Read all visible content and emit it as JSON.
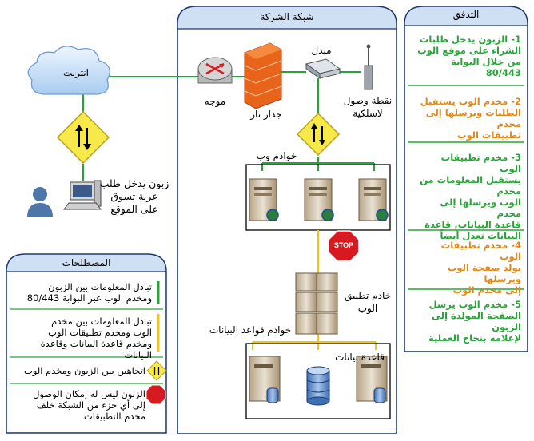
{
  "internet": {
    "label": "انترنت"
  },
  "client": {
    "label_lines": [
      "زبون يدخل طلب",
      "عربة تسوق",
      "على الموقع"
    ]
  },
  "network": {
    "title": "شبكة الشركة",
    "router_label": "موجه",
    "firewall_label": "جدار نار",
    "switch_label": "مبدل",
    "wireless_label_lines": [
      "نقطة وصول",
      "لاسلكية"
    ],
    "web_servers_label": "خوادم وب",
    "app_server_label_lines": [
      "خادم تطبيق",
      "الوب"
    ],
    "db_servers_label": "خوادم قواعد البيانات",
    "database_label": "قاعدة بيانات",
    "stop_text": "STOP"
  },
  "flow": {
    "title": "التدفق",
    "steps": [
      {
        "text_lines": [
          "1- الزبون يدخل طلبات",
          "الشراء على موقع الوب",
          "من خلال البوابة 80/443"
        ],
        "color": "#2aa33a"
      },
      {
        "text_lines": [
          "2- مخدم الوب يستقبل",
          "الطلبات ويرسلها إلى مخدم",
          "تطبيقات الوب"
        ],
        "color": "#e0891a"
      },
      {
        "text_lines": [
          "3- مخدم تطبيقات الوب",
          "يستقبل المعلومات من مخدم",
          "الوب ويرسلها إلى مخدم",
          "قاعدة البيانات, قاعدة",
          "البيانات تعدل أيضاً"
        ],
        "color": "#2aa33a"
      },
      {
        "text_lines": [
          "4- مخدم تطبيقات الوب",
          "يولد صفحة الوب ويرسلها",
          "إلى مخدم الوب"
        ],
        "color": "#e0891a"
      },
      {
        "text_lines": [
          "5- مخدم الوب يرسل",
          "الصفحة المولدة إلى الزبون",
          "لإعلامه بنجاح العملية"
        ],
        "color": "#2aa33a"
      }
    ]
  },
  "legend": {
    "title": "المصطلحات",
    "items": [
      {
        "text_lines": [
          "تبادل المعلومات بين الزبون",
          "ومخدم الوب  عبر البوابة 80/443"
        ],
        "marker": "green-line"
      },
      {
        "text_lines": [
          "تبادل المعلومات بين مخدم",
          "الوب ومخدم تطبيقات الوب",
          "ومخدم قاعدة البيانات وقاعدة البيانات"
        ],
        "marker": "yellow-line"
      },
      {
        "text_lines": [
          "اتجاهين بين الزبون ومخدم الوب"
        ],
        "marker": "bidirectional-icon"
      },
      {
        "text_lines": [
          "الزبون ليس له إمكان الوصول",
          "إلى أي جزء من الشبكة خلف",
          "مخدم التطبيقات"
        ],
        "marker": "stop-icon"
      }
    ]
  },
  "colors": {
    "panel_fill": "#cfe0f5",
    "panel_border": "#1f3a6a",
    "green_line": "#2aa33a",
    "yellow_line": "#f0c419",
    "stop_red": "#d71920"
  }
}
